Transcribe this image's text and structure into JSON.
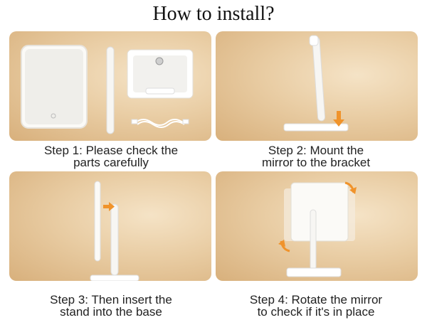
{
  "title": "How to install?",
  "steps": [
    {
      "line1": "Step 1: Please check the",
      "line2": "parts carefully"
    },
    {
      "line1": "Step 2: Mount the",
      "line2": "mirror to the bracket"
    },
    {
      "line1": "Step 3: Then insert the",
      "line2": "stand into the base"
    },
    {
      "line1": "Step 4: Rotate the mirror",
      "line2": "to check if it's in place"
    }
  ],
  "colors": {
    "arrow": "#f0932b",
    "panel": "#e9cda4",
    "device": "#ffffff"
  }
}
